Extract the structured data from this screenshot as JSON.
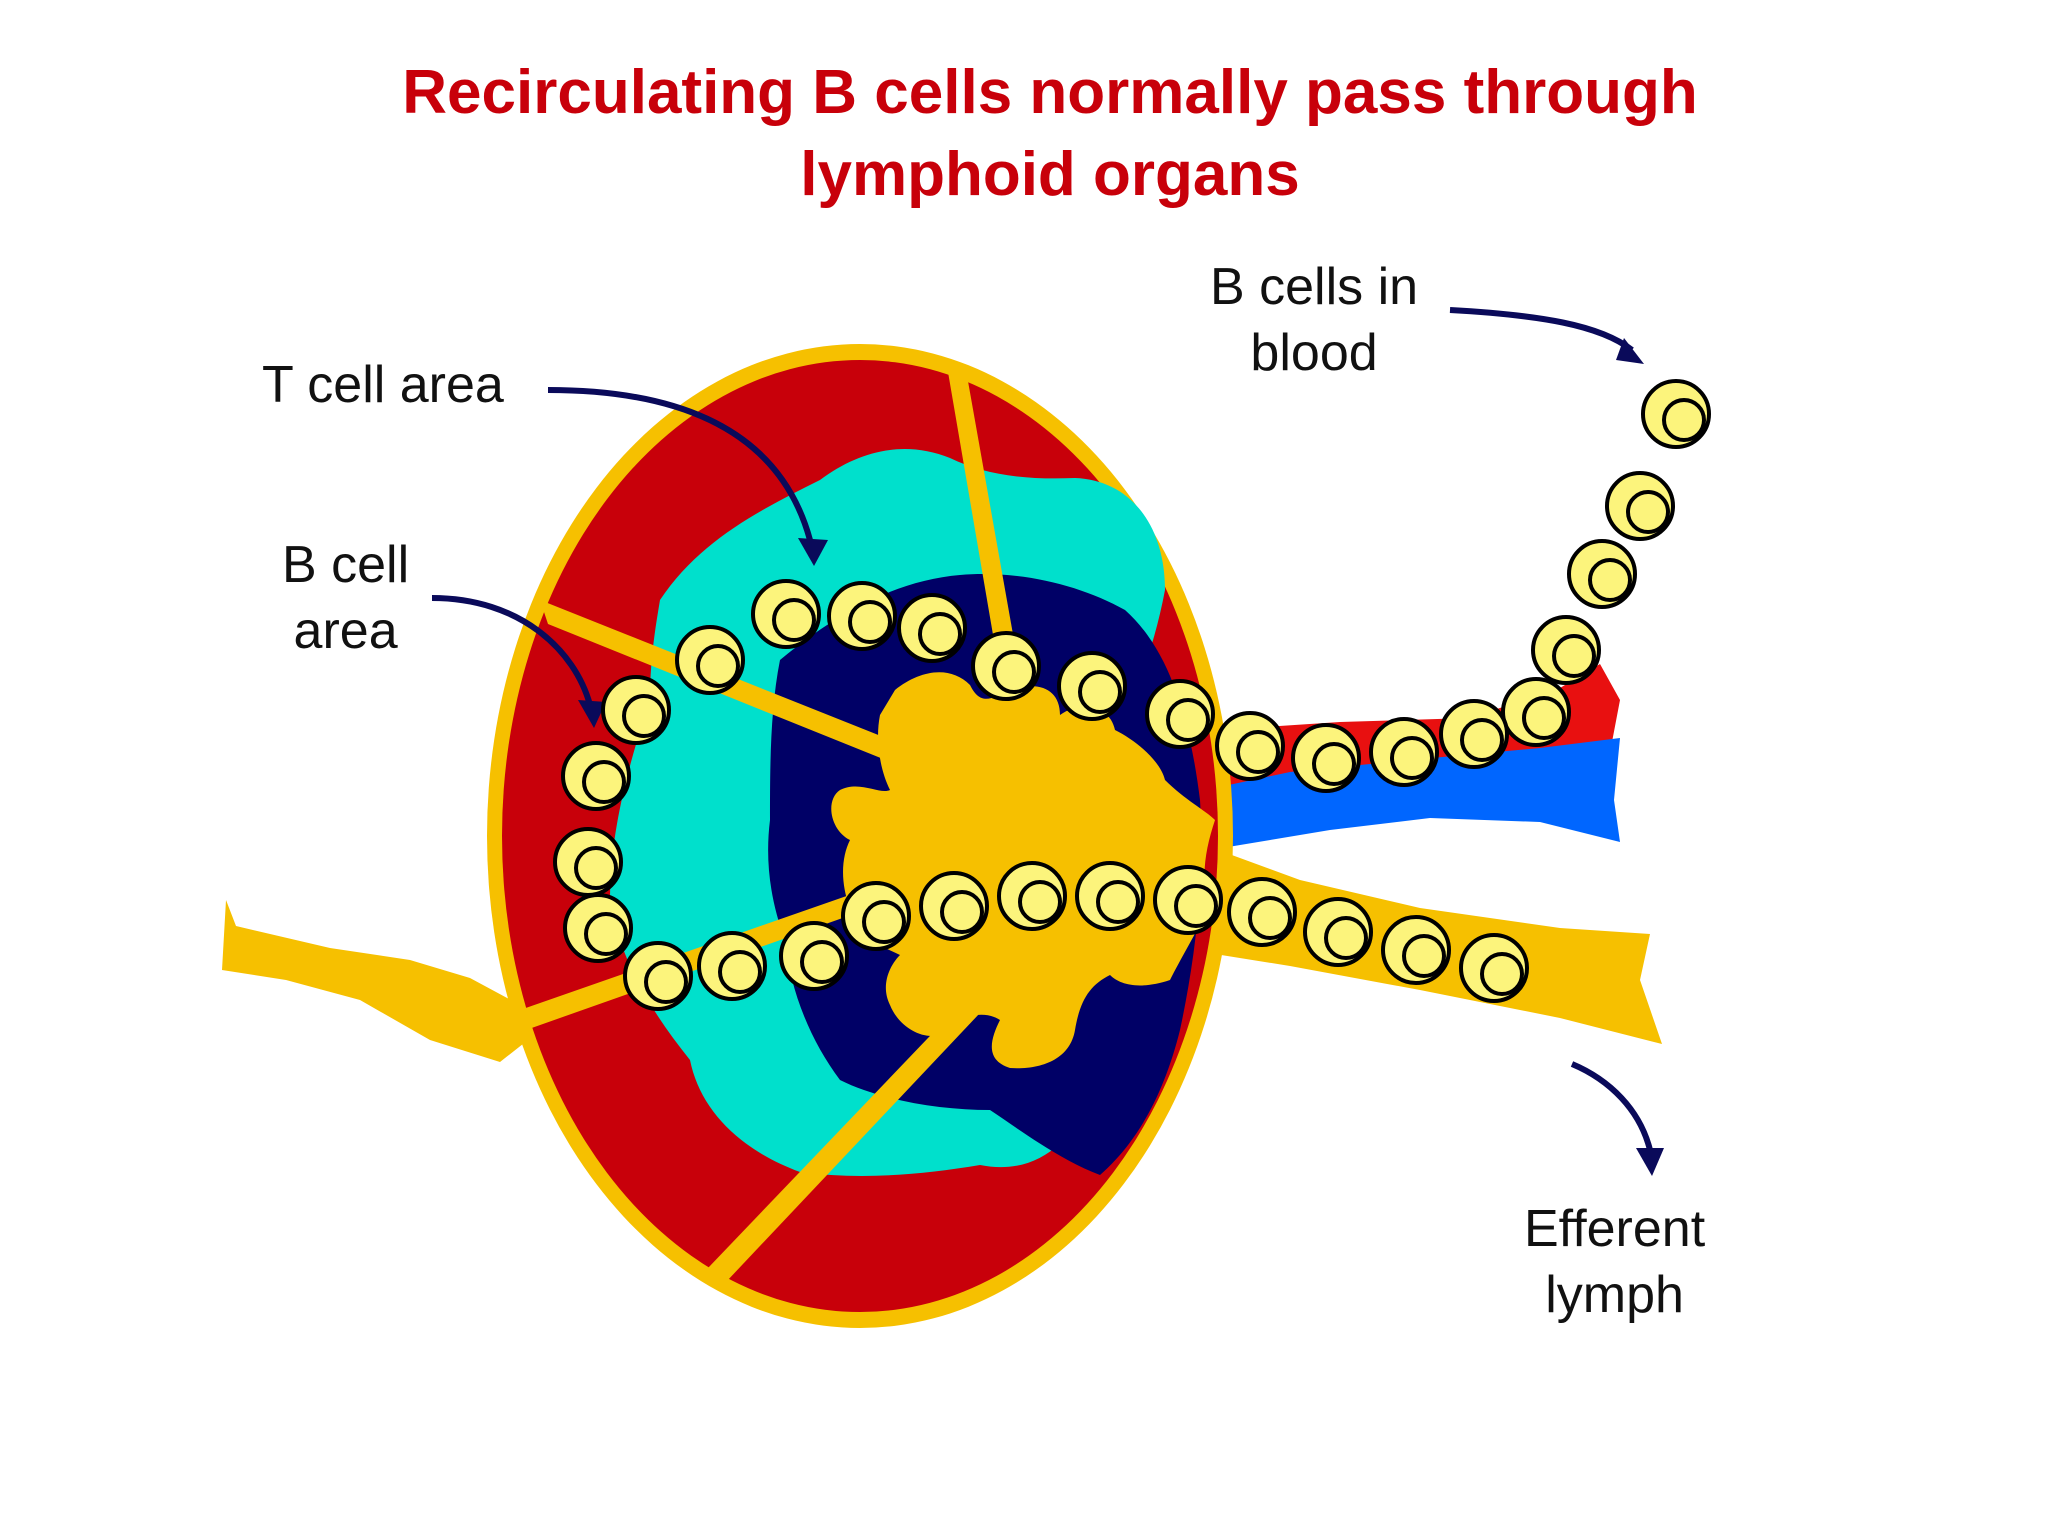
{
  "title": {
    "line1": "Recirculating B cells normally pass through",
    "line2": "lymphoid organs"
  },
  "labels": {
    "t_cell_area": "T cell area",
    "b_cell_area_line1": "B cell",
    "b_cell_area_line2": "area",
    "b_cells_in_blood_line1": "B cells in",
    "b_cells_in_blood_line2": "blood",
    "efferent_lymph_line1": "Efferent",
    "efferent_lymph_line2": "lymph"
  },
  "colors": {
    "title": "#c8000a",
    "capsule": "#f6c000",
    "cortex_red": "#c8000a",
    "b_cell_area": "#00e0cc",
    "t_cell_area": "#000066",
    "medulla": "#f6c000",
    "artery": "#e81010",
    "vein": "#0066ff",
    "cell_fill": "#fcf47c",
    "arrow": "#0a0a5a"
  }
}
